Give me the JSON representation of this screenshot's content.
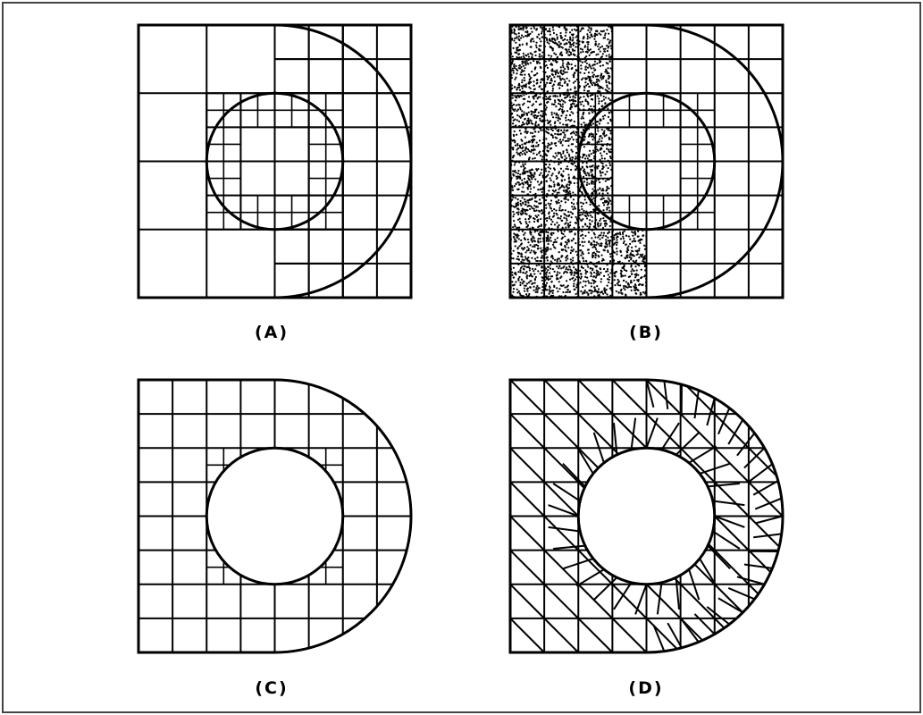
{
  "figure": {
    "panels": [
      {
        "id": "A",
        "label": "(A)"
      },
      {
        "id": "B",
        "label": "(B)"
      },
      {
        "id": "C",
        "label": "(C)"
      },
      {
        "id": "D",
        "label": "(D)"
      }
    ]
  },
  "colors": {
    "background": "#ffffff",
    "stroke": "#000000",
    "frame": "#444444",
    "stipple": "#000000"
  }
}
